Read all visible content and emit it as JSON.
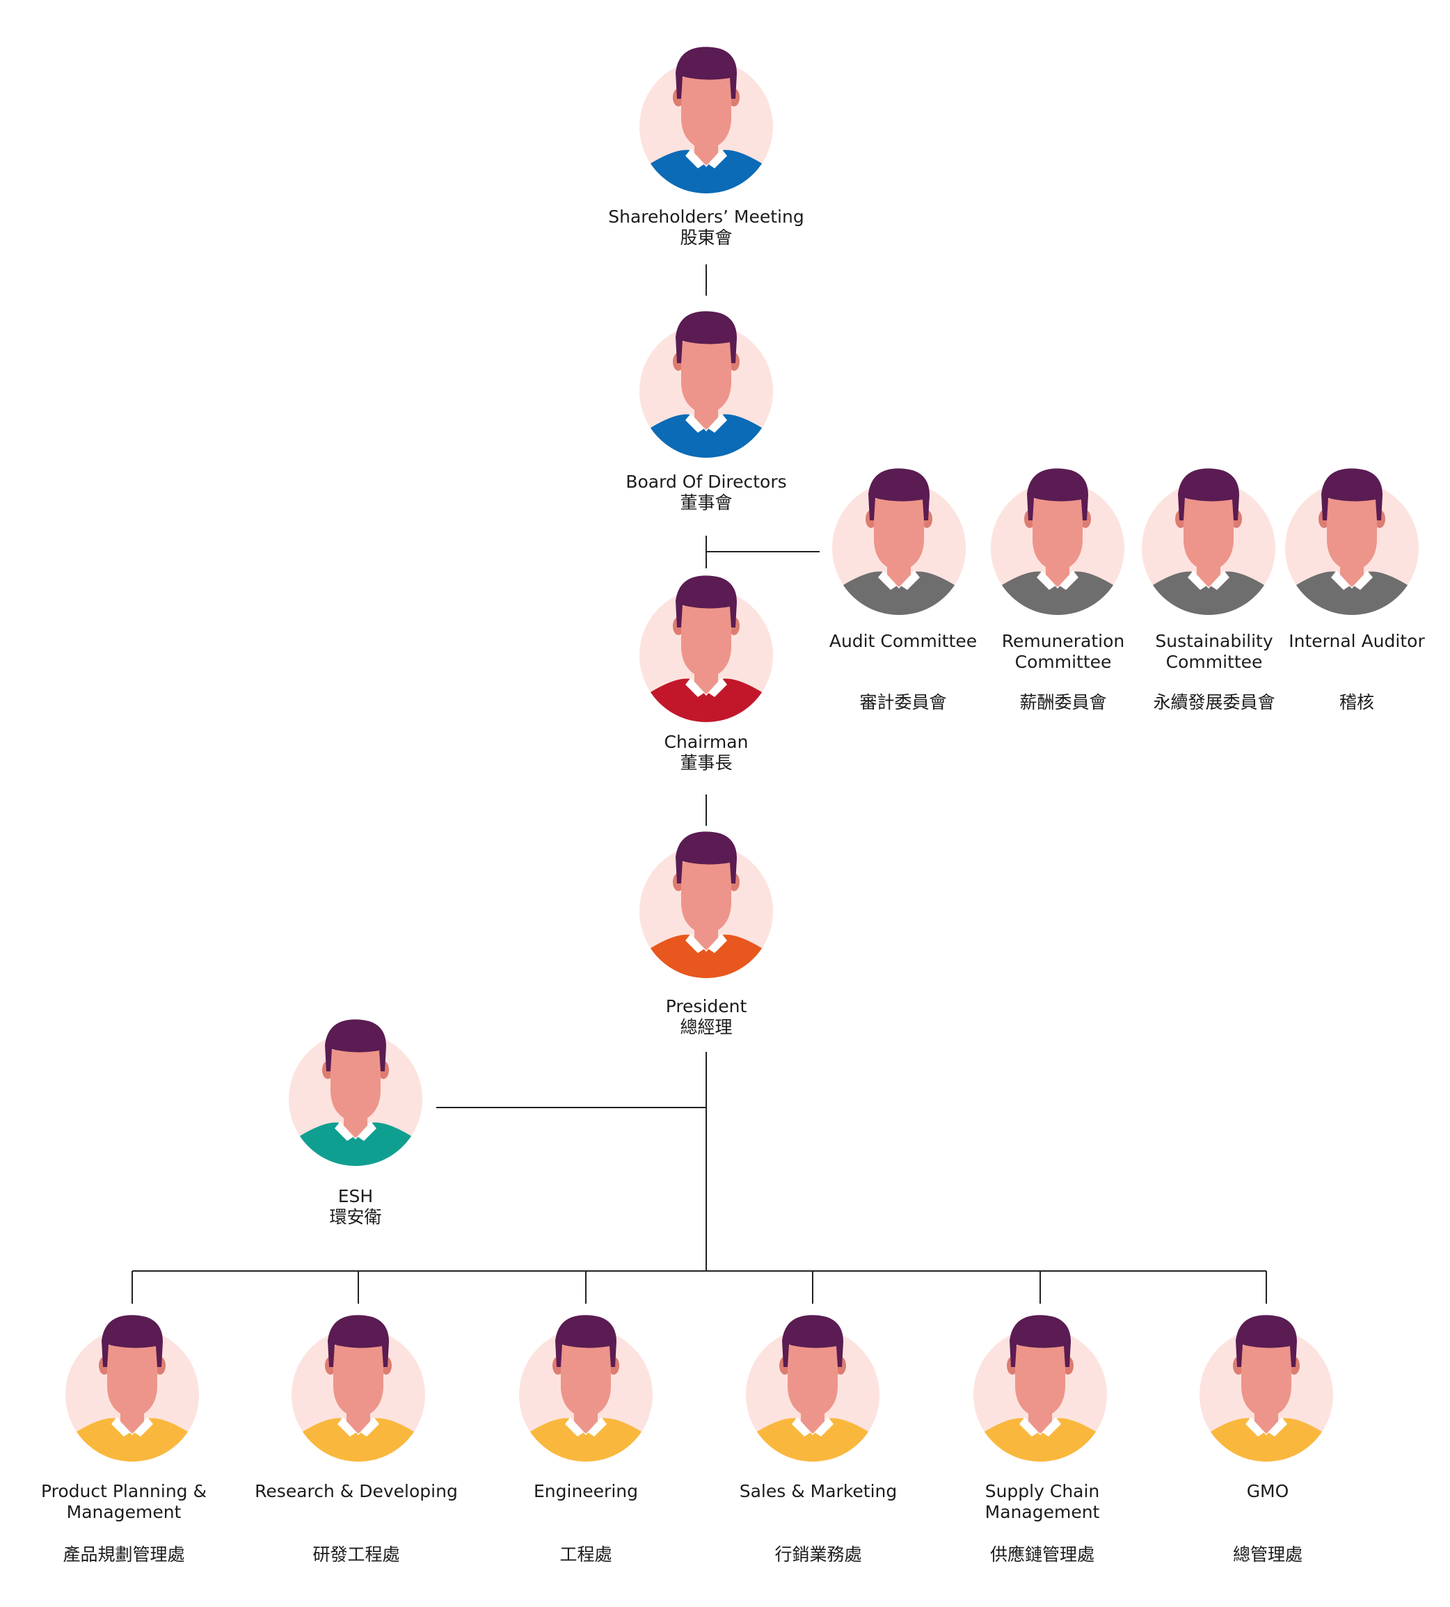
{
  "colors": {
    "background": "#ffffff",
    "line": "#222222",
    "avatar_bg": "#fde3df",
    "skin": "#ed958a",
    "skin_shade": "#dd7d72",
    "hair": "#5a1c52",
    "collar": "#ffffff",
    "shirt_blue": "#0b6bb6",
    "shirt_gray": "#6e6e6e",
    "shirt_red": "#c2172b",
    "shirt_orange": "#e8571d",
    "shirt_teal": "#0f9f90",
    "shirt_yellow": "#f9b83d"
  },
  "nodes": [
    {
      "id": "shareholders",
      "en": [
        "Shareholders’ Meeting"
      ],
      "zh": "股東會",
      "shirt": "shirt_blue"
    },
    {
      "id": "board",
      "en": [
        "Board Of Directors"
      ],
      "zh": "董事會",
      "shirt": "shirt_blue"
    },
    {
      "id": "chairman",
      "en": [
        "Chairman"
      ],
      "zh": "董事長",
      "shirt": "shirt_red"
    },
    {
      "id": "president",
      "en": [
        "President"
      ],
      "zh": "總經理",
      "shirt": "shirt_orange"
    },
    {
      "id": "audit",
      "en": [
        "Audit Committee"
      ],
      "zh": "審計委員會",
      "shirt": "shirt_gray"
    },
    {
      "id": "remuneration",
      "en": [
        "Remuneration",
        "Committee"
      ],
      "zh": "薪酬委員會",
      "shirt": "shirt_gray"
    },
    {
      "id": "sustainability",
      "en": [
        "Sustainability",
        "Committee"
      ],
      "zh": "永續發展委員會",
      "shirt": "shirt_gray"
    },
    {
      "id": "internal-auditor",
      "en": [
        "Internal Auditor"
      ],
      "zh": "稽核",
      "shirt": "shirt_gray"
    },
    {
      "id": "esh",
      "en": [
        "ESH"
      ],
      "zh": "環安衛",
      "shirt": "shirt_teal"
    },
    {
      "id": "product-planning",
      "en": [
        "Product Planning &",
        "Management"
      ],
      "zh": "產品規劃管理處",
      "shirt": "shirt_yellow"
    },
    {
      "id": "research",
      "en": [
        "Research & Developing"
      ],
      "zh": "研發工程處",
      "shirt": "shirt_yellow"
    },
    {
      "id": "engineering",
      "en": [
        "Engineering"
      ],
      "zh": "工程處",
      "shirt": "shirt_yellow"
    },
    {
      "id": "sales",
      "en": [
        "Sales & Marketing"
      ],
      "zh": "行銷業務處",
      "shirt": "shirt_yellow"
    },
    {
      "id": "supply-chain",
      "en": [
        "Supply Chain",
        "Management"
      ],
      "zh": "供應鏈管理處",
      "shirt": "shirt_yellow"
    },
    {
      "id": "gmo",
      "en": [
        "GMO"
      ],
      "zh": "總管理處",
      "shirt": "shirt_yellow"
    }
  ],
  "links": [
    {
      "from": "shareholders",
      "to": "board"
    },
    {
      "from": "board",
      "to": "chairman"
    },
    {
      "from": "board",
      "to": "audit"
    },
    {
      "from": "chairman",
      "to": "president"
    },
    {
      "from": "president",
      "to": "esh"
    },
    {
      "from": "president",
      "to": "product-planning"
    },
    {
      "from": "president",
      "to": "research"
    },
    {
      "from": "president",
      "to": "engineering"
    },
    {
      "from": "president",
      "to": "sales"
    },
    {
      "from": "president",
      "to": "supply-chain"
    },
    {
      "from": "president",
      "to": "gmo"
    }
  ]
}
